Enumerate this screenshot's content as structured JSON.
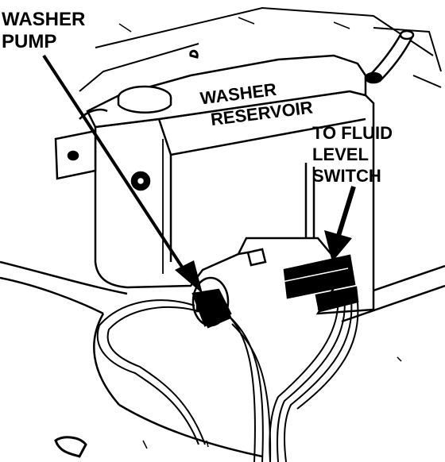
{
  "labels": {
    "washer_pump_line1": "WASHER",
    "washer_pump_line2": "PUMP",
    "reservoir_line1": "WASHER",
    "reservoir_line2": "RESERVOIR",
    "fluid_line1": "TO FLUID",
    "fluid_line2": "LEVEL",
    "fluid_line3": "SWITCH"
  },
  "colors": {
    "ink": "#000000",
    "paper": "#ffffff"
  }
}
